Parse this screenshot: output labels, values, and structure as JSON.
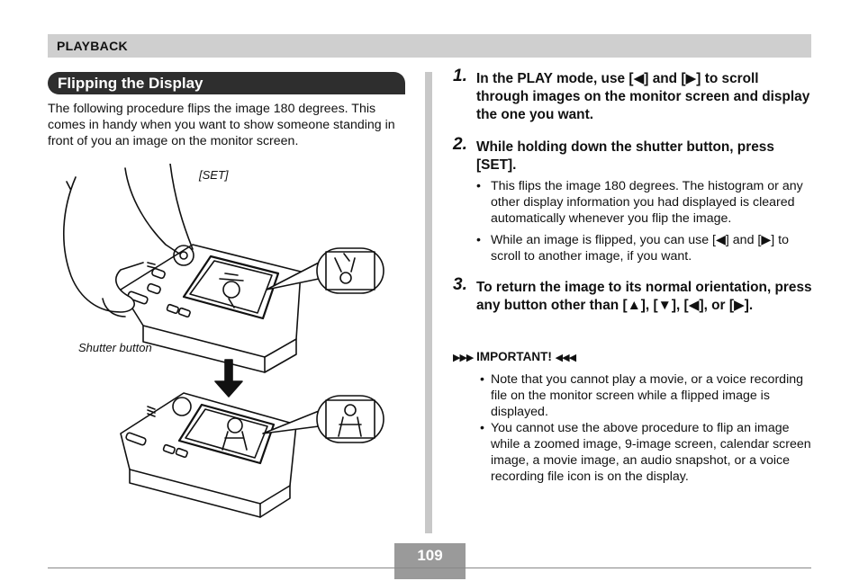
{
  "header": {
    "section": "PLAYBACK"
  },
  "left": {
    "heading": "Flipping the Display",
    "intro": "The following procedure flips the image 180 degrees. This comes in handy when you want to show someone standing in front of you an image on the monitor screen.",
    "callout_set": "[SET]",
    "callout_shutter": "Shutter button"
  },
  "steps": [
    {
      "num": "1.",
      "text": "In the PLAY mode, use [◀] and [▶] to scroll through images on the monitor screen and display the one you want."
    },
    {
      "num": "2.",
      "text": "While holding down the shutter button, press [SET].",
      "bullets": [
        "This flips the image 180 degrees. The histogram or any other display information you had displayed is cleared automatically whenever you flip the image.",
        "While an image is flipped, you can use [◀] and [▶] to scroll to another image, if you want."
      ]
    },
    {
      "num": "3.",
      "text": "To return the image to its normal orientation, press any button other than [▲], [▼], [◀], or [▶]."
    }
  ],
  "important": {
    "label": "IMPORTANT!",
    "bullets": [
      "Note that you cannot play a movie, or a voice recording file on the monitor screen while a flipped image is displayed.",
      "You cannot use the above procedure to flip an image while a zoomed image, 9-image screen, calendar screen image, a movie image, an audio snapshot, or a voice recording file icon is on the display."
    ]
  },
  "footer": {
    "page_number": "109"
  },
  "colors": {
    "header_bar": "#cfcfcf",
    "heading_bg": "#2e2e2e",
    "divider": "#c8c8c8",
    "page_box": "#9a9a9a"
  }
}
